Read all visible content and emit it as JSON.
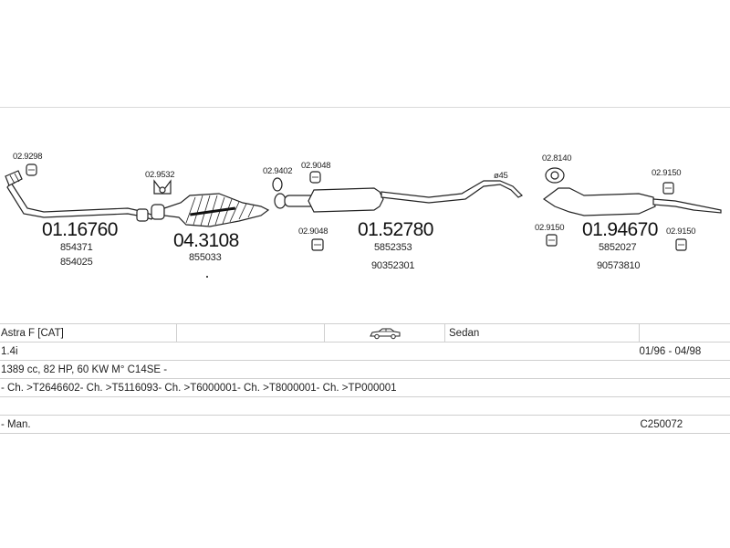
{
  "diagram": {
    "parts": [
      {
        "number": "01.16760",
        "refs": [
          "854371",
          "854025"
        ]
      },
      {
        "number": "04.3108",
        "refs": [
          "855033"
        ]
      },
      {
        "number": "01.52780",
        "refs": [
          "5852353",
          "90352301"
        ]
      },
      {
        "number": "01.94670",
        "refs": [
          "5852027",
          "90573810"
        ]
      }
    ],
    "fittings": [
      "02.9298",
      "02.9532",
      "02.9402",
      "02.9048",
      "02.9048",
      "02.8140",
      "02.9150",
      "02.9150",
      "02.9150"
    ],
    "pipe_diameter": "ø45"
  },
  "vehicle": {
    "model": "Astra F  [CAT]",
    "body": "Sedan",
    "engine": "1.4i",
    "dates": "01/96 - 04/98",
    "specs": "1389 cc, 82 HP, 60 KW M° C14SE -",
    "chassis": "- Ch. >T2646602- Ch. >T5116093- Ch. >T6000001- Ch. >T8000001- Ch. >TP000001",
    "transmission": "- Man.",
    "code": "C250072",
    "icons": {
      "body_icon": "sedan-car-icon"
    }
  }
}
